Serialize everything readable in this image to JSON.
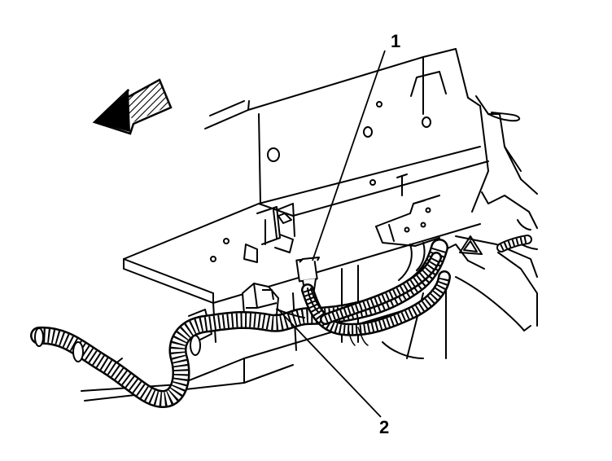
{
  "diagram": {
    "callouts": [
      {
        "id": "1",
        "label": "1"
      },
      {
        "id": "2",
        "label": "2"
      }
    ],
    "colors": {
      "line": "#000000",
      "background": "#ffffff"
    },
    "icons": {
      "direction_arrow": "forward-arrow-icon"
    }
  }
}
